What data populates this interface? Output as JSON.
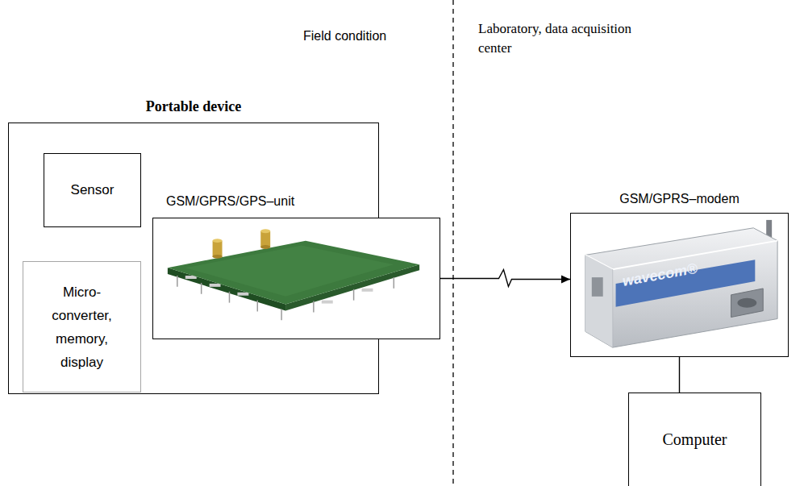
{
  "diagram": {
    "nodes": [
      {
        "text": [
          "Portable device"
        ]
      },
      {
        "text": [
          "Sensor"
        ],
        "in": 0
      },
      {
        "text": [
          "Micro-converter, memory, display"
        ],
        "in": 0
      },
      {
        "text": [
          "GSM/GPRS/GPS–unit"
        ],
        "in": 0
      },
      {
        "text": [
          "GSM/GPRS–modem"
        ]
      },
      {
        "text": [
          "Computer"
        ]
      }
    ],
    "edges": [
      {
        "from": 1,
        "to": 2,
        "arrow": "none"
      },
      {
        "from": 2,
        "to": 3,
        "arrow": "none"
      },
      {
        "from": 3,
        "to": 4,
        "arrow": "to"
      },
      {
        "from": 4,
        "to": 5,
        "arrow": "none"
      }
    ],
    "labels": [
      "Field condition",
      "Laboratory, data acquisition center",
      "wavecom®"
    ]
  }
}
